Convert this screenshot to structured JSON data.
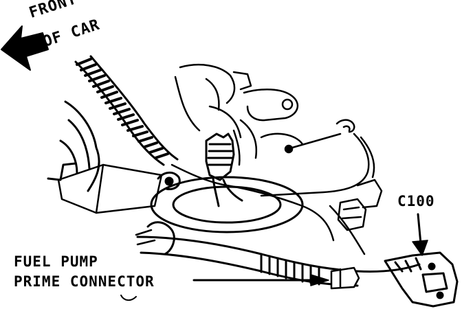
{
  "labels": {
    "front_of_car_line1": "FRONT",
    "front_of_car_line2": "OF CAR",
    "connector_c100": "C100",
    "fuel_pump_line1": "FUEL PUMP",
    "fuel_pump_line2": "PRIME CONNECTOR"
  },
  "icons": {
    "direction_arrow": "left-arrow-icon"
  },
  "colors": {
    "ink": "#000000",
    "paper": "#ffffff"
  }
}
